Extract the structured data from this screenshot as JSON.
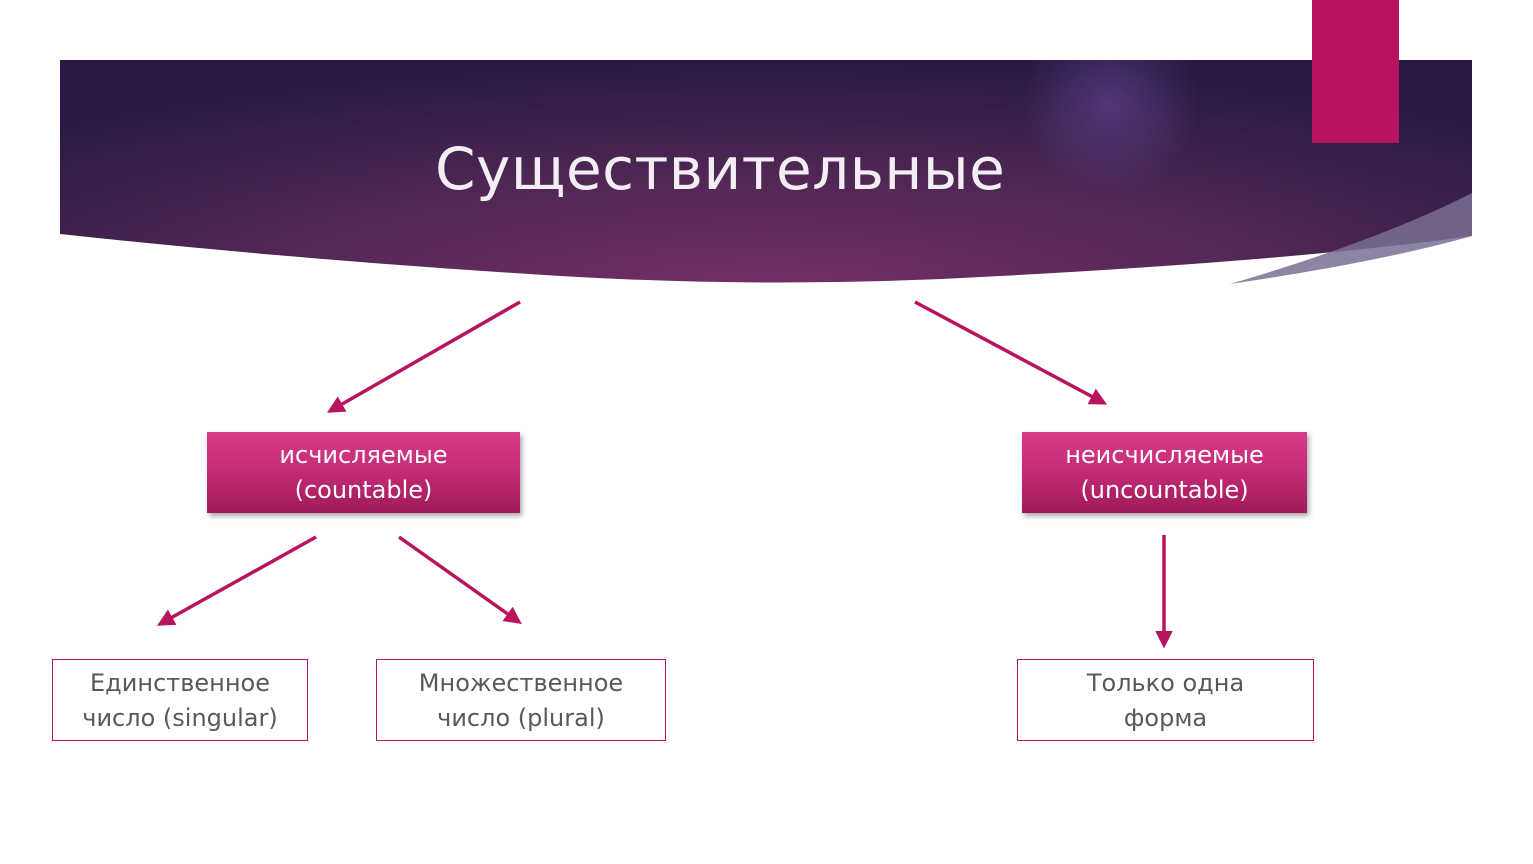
{
  "title": "Существительные",
  "colors": {
    "banner_dark": "#2a1b45",
    "banner_mid": "#6e2c63",
    "accent": "#b5135f",
    "arrow": "#b8135f",
    "leaf_text": "#595959"
  },
  "categories": {
    "countable": {
      "line1": "исчисляемые",
      "line2": "(countable)"
    },
    "uncountable": {
      "line1": "неисчисляемые",
      "line2": "(uncountable)"
    }
  },
  "leaves": {
    "singular": {
      "line1": "Единственное",
      "line2": "число (singular)"
    },
    "plural": {
      "line1": "Множественное",
      "line2": "число (plural)"
    },
    "one_form": {
      "line1": "Только одна",
      "line2": "форма"
    }
  }
}
